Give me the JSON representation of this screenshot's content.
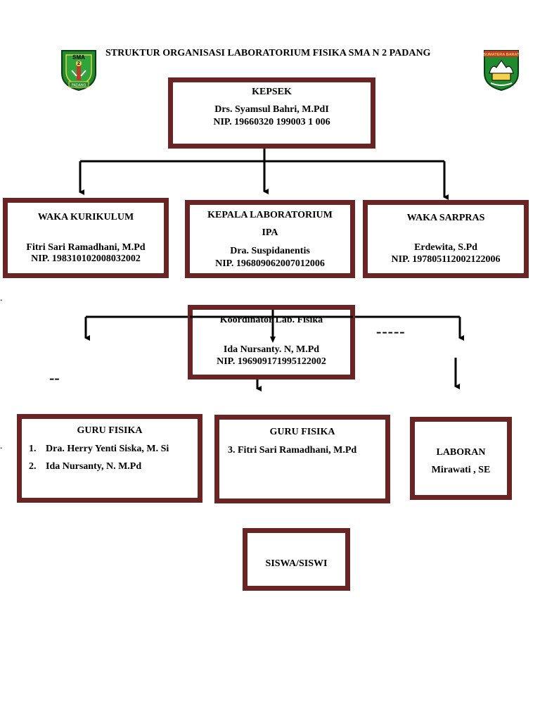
{
  "header": {
    "title": "STRUKTUR ORGANISASI LABORATORIUM FISIKA SMA N 2 PADANG",
    "left_logo": {
      "icon": "school-emblem-icon",
      "text_top": "SMA",
      "text_mid": "2",
      "text_bottom": "PADANG",
      "color": "#1f8a2e"
    },
    "right_logo": {
      "icon": "provincial-emblem-icon",
      "text_banner": "SUMATERA BARAT",
      "color": "#1f8a2e"
    }
  },
  "kepsek": {
    "role": "KEPSEK",
    "name": "Drs. Syamsul Bahri, M.PdI",
    "nip": "NIP. 19660320 199003 1 006"
  },
  "waka_kurikulum": {
    "role": "WAKA KURIKULUM",
    "name": "Fitri Sari Ramadhani, M.Pd",
    "nip": "NIP. 198310102008032002"
  },
  "kepala_lab": {
    "role_line1": "KEPALA LABORATORIUM",
    "role_line2": "IPA",
    "name": "Dra. Suspidanentis",
    "nip": "NIP. 196809062007012006"
  },
  "waka_sarpras": {
    "role": "WAKA SARPRAS",
    "name": "Erdewita, S.Pd",
    "nip": "NIP. 197805112002122006"
  },
  "koordinator": {
    "role": "Koordinator Lab. Fisika",
    "name": "Ida Nursanty. N, M.Pd",
    "nip": "NIP. 196909171995122002"
  },
  "guru_fisika_1": {
    "role": "GURU FISIKA",
    "items": [
      {
        "num": "1.",
        "name": "Dra. Herry Yenti Siska, M. Si"
      },
      {
        "num": "2.",
        "name": "Ida Nursanty, N. M.Pd"
      }
    ]
  },
  "guru_fisika_2": {
    "role": "GURU FISIKA",
    "item": "3. Fitri Sari Ramadhani, M.Pd"
  },
  "laboran": {
    "role": "LABORAN",
    "name": "Mirawati , SE"
  },
  "siswa": {
    "role": "SISWA/SISWI"
  },
  "marks": {
    "dashes_right": "-----",
    "dashes_left": "--",
    "dot": "."
  },
  "colors": {
    "box_border": "#6b2424",
    "line": "#000000"
  }
}
